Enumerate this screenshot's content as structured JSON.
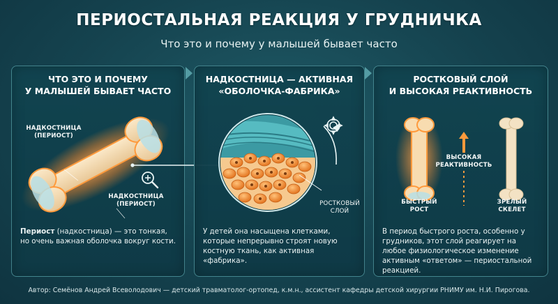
{
  "header": {
    "title": "ПЕРИОСТАЛЬНАЯ РЕАКЦИЯ У ГРУДНИЧКА",
    "subtitle": "Что это и почему у малышей бывает часто"
  },
  "panels": [
    {
      "title_line1": "ЧТО ЭТО И ПОЧЕМУ",
      "title_line2": "У МАЛЫШЕЙ БЫВАЕТ ЧАСТО",
      "label_top_line1": "НАДКОСТНИЦА",
      "label_top_line2": "(ПЕРИОСТ)",
      "label_bottom_line1": "НАДКОСТНИЦА",
      "label_bottom_line2": "(ПЕРИОСТ)",
      "desc_bold": "Периост",
      "desc_rest": " (надкостница) — это тонкая, но очень важная оболочка вокруг кости."
    },
    {
      "title_line1": "НАДКОСТНИЦА — АКТИВНАЯ",
      "title_line2": "«ОБОЛОЧКА-ФАБРИКА»",
      "label_line1": "РОСТКОВЫЙ",
      "label_line2": "СЛОЙ",
      "desc": "У детей она насыщена клетками, которые непрерывно строят новую костную ткань, как активная «фабрика»."
    },
    {
      "title_line1": "РОСТКОВЫЙ СЛОЙ",
      "title_line2": "И ВЫСОКАЯ РЕАКТИВНОСТЬ",
      "label_mid_line1": "ВЫСОКАЯ",
      "label_mid_line2": "РЕАКТИВНОСТЬ",
      "label_left_line1": "БЫСТРЫЙ",
      "label_left_line2": "РОСТ",
      "label_right_line1": "ЗРЕЛЫЙ",
      "label_right_line2": "СКЕЛЕТ",
      "desc": "В период быстрого роста, особенно у грудников, этот слой реагирует на любое физиологическое изменение активным «ответом» — периостальной реакцией."
    }
  ],
  "footer": {
    "author": "Автор: Семёнов Андрей Всеволодович — детский травматолог-ортопед, к.м.н., ассистент кафедры детской хирургии РНИМУ им. Н.И. Пирогова."
  },
  "icons": [
    "magnifier-plus-icon",
    "gear-icon",
    "up-arrow-icon",
    "right-arrow-icon"
  ],
  "colors": {
    "background": "#15434f",
    "panel_border": "#6ebec3",
    "bone": "#f3dcb4",
    "glow": "#ff9a3c",
    "cell": "#f28a2e",
    "fiber": "#4bb7bd"
  }
}
